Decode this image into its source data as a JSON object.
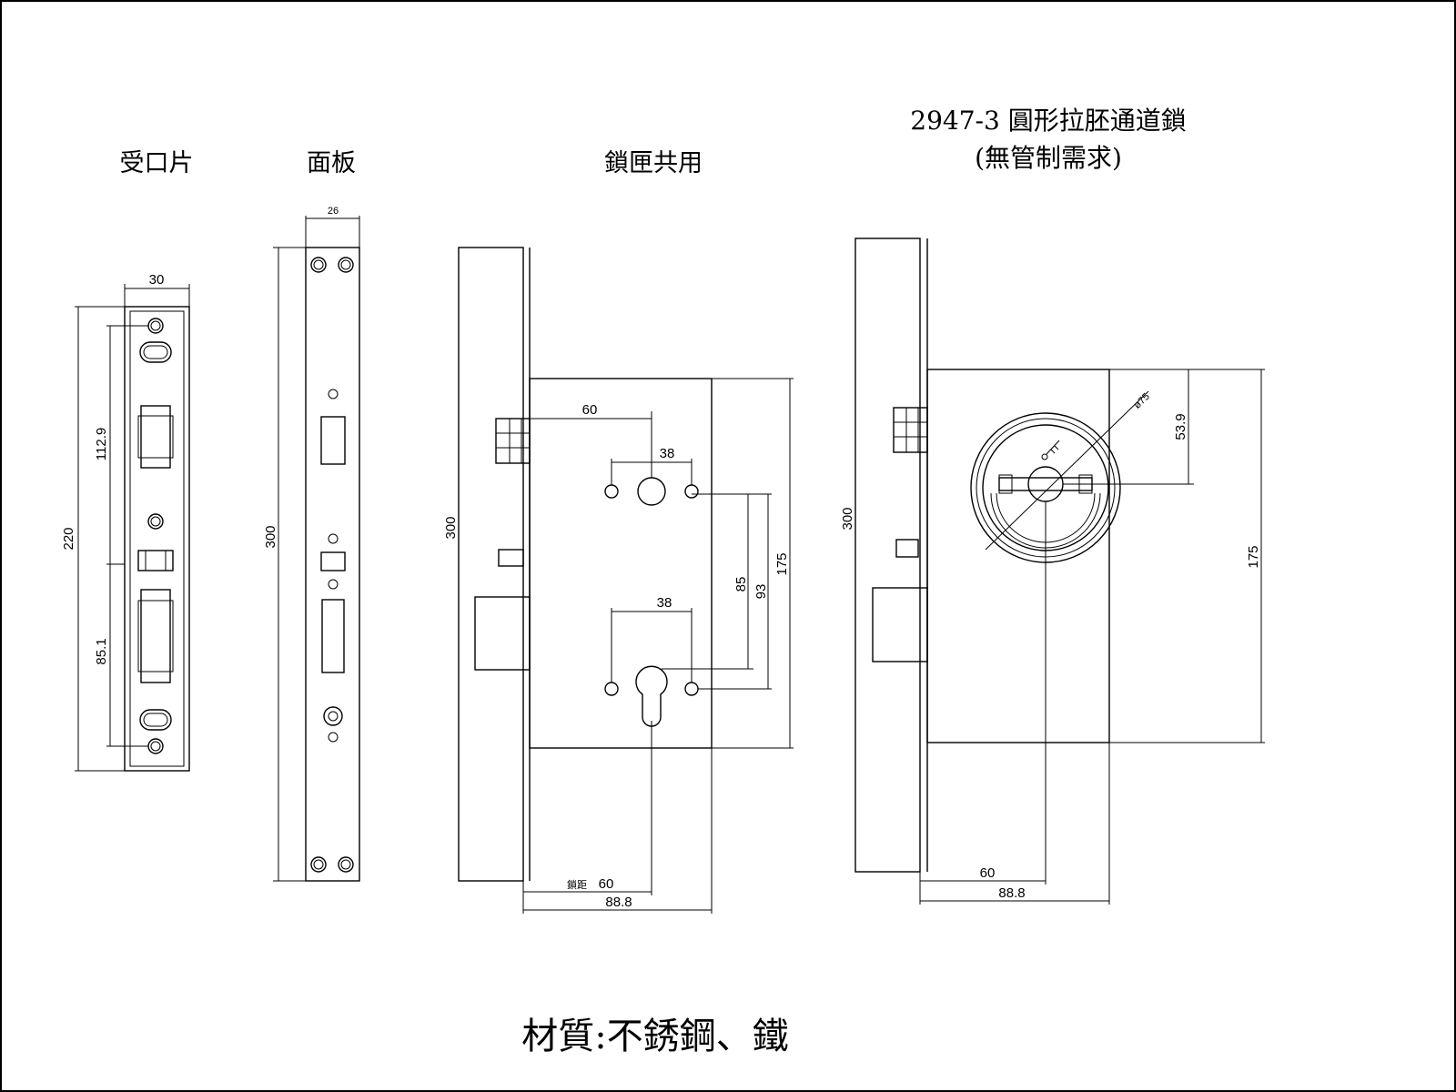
{
  "headings": {
    "strike": "受口片",
    "faceplate": "面板",
    "case_shared": "鎖匣共用",
    "model_line1": "2947-3 圓形拉胚通道鎖",
    "model_line2": "(無管制需求)"
  },
  "material": "材質:不銹鋼、鐵",
  "dimensions": {
    "strike_width": "30",
    "strike_height": "220",
    "strike_upper": "112.9",
    "strike_lower": "85.1",
    "face_width": "26",
    "face_height": "300",
    "case_height": "300",
    "case_backset": "60",
    "case_hole_spacing_top": "38",
    "case_hole_spacing_bottom": "38",
    "case_dim_85": "85",
    "case_dim_93": "93",
    "case_dim_175": "175",
    "case_backset_label": "鎖距",
    "case_backset_bottom": "60",
    "case_depth": "88.8",
    "lock_height": "300",
    "lock_dia": "ø75",
    "lock_dim_539": "53.9",
    "lock_dim_175": "175",
    "lock_backset": "60",
    "lock_depth": "88.8"
  }
}
